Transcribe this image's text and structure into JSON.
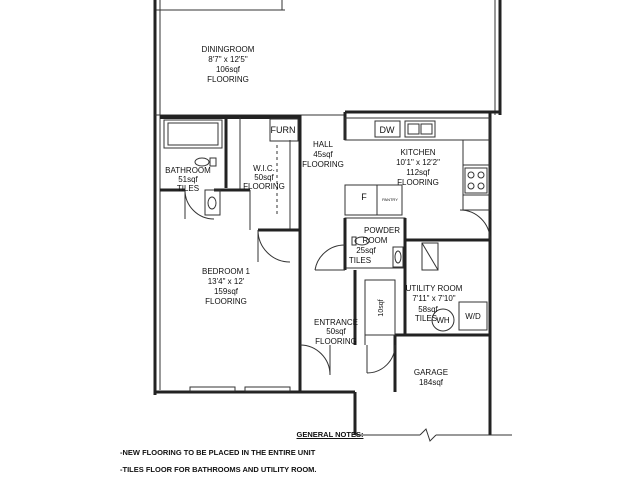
{
  "rooms": {
    "dining": {
      "name": "DININGROOM",
      "size": "8'7\" x 12'5\"",
      "area": "106sqf",
      "finish": "FLOORING"
    },
    "bathroom": {
      "name": "BATHROOM",
      "area": "51sqf",
      "finish": "TILES"
    },
    "wic": {
      "name": "W.I.C.",
      "area": "50sqf",
      "finish": "FLOORING"
    },
    "hall": {
      "name": "HALL",
      "area": "45sqf",
      "finish": "FLOORING"
    },
    "kitchen": {
      "name": "KITCHEN",
      "size": "10'1\" x 12'2\"",
      "area": "112sqf",
      "finish": "FLOORING"
    },
    "powder": {
      "name": "POWDER",
      "name2": "ROOM",
      "area": "25sqf",
      "finish": "TILES"
    },
    "bedroom": {
      "name": "BEDROOM 1",
      "size": "13'4\" x 12'",
      "area": "159sqf",
      "finish": "FLOORING"
    },
    "utility": {
      "name": "UTILITY ROOM",
      "size": "7'11\" x 7'10\"",
      "area": "58sqf",
      "finish": "TILES"
    },
    "entrance": {
      "name": "ENTRANCE",
      "area": "50sqf",
      "finish": "FLOORING"
    },
    "garage": {
      "name": "GARAGE",
      "area": "184sqf"
    },
    "closet": {
      "area": "10sqf"
    }
  },
  "fixtures": {
    "furn": "FURN",
    "dw": "DW",
    "fridge": "F",
    "pantry": "PANTRY",
    "wd": "W/D",
    "wh": "WH"
  },
  "notes": {
    "heading": "GENERAL NOTES:",
    "items": [
      "-NEW FLOORING TO BE PLACED IN THE ENTIRE UNIT",
      "-TILES FLOOR FOR BATHROOMS AND UTILITY ROOM."
    ]
  }
}
